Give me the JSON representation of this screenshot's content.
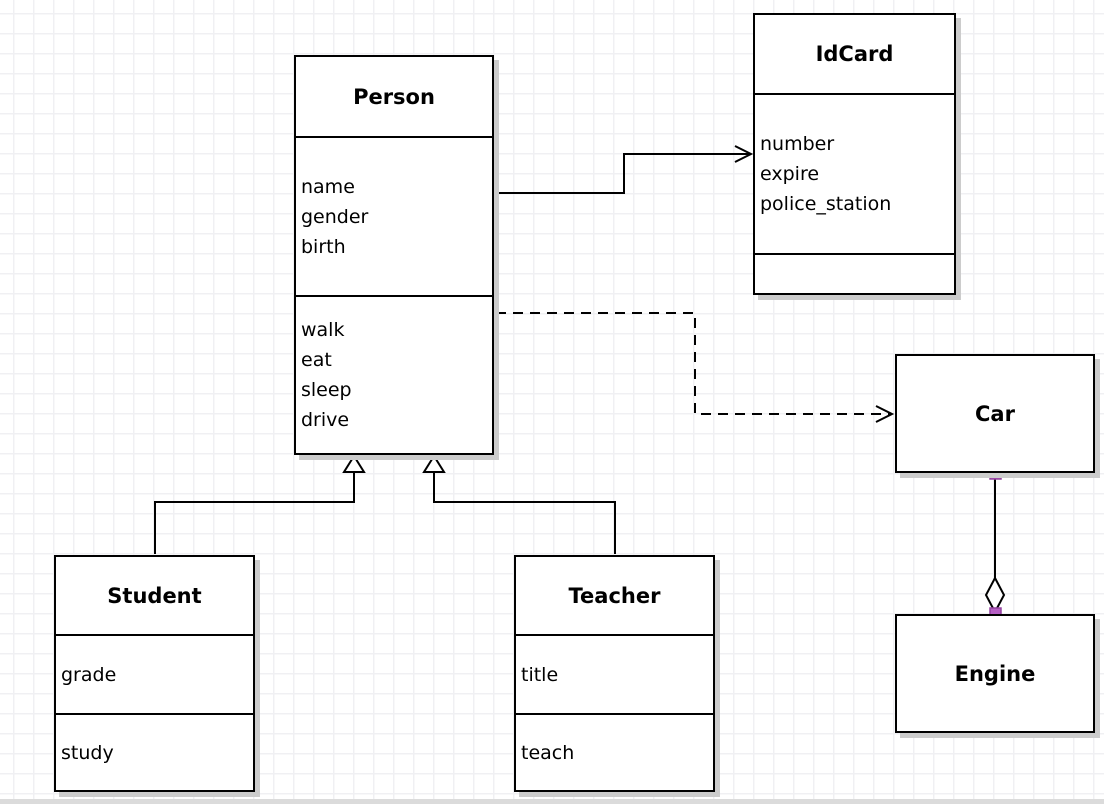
{
  "app": {
    "view": "uml-class-diagram-canvas",
    "grid_color": "#f0f0f3",
    "background_color": "#ffffff",
    "shadow_color": "#cccccc",
    "selection_handle_color": "#b65fc4"
  },
  "classes": {
    "person": {
      "title": "Person",
      "attributes": [
        "name",
        "gender",
        "birth"
      ],
      "methods": [
        "walk",
        "eat",
        "sleep",
        "drive"
      ]
    },
    "idcard": {
      "title": "IdCard",
      "attributes": [
        "number",
        "expire",
        "police_station"
      ],
      "methods": []
    },
    "car": {
      "title": "Car",
      "attributes": [],
      "methods": []
    },
    "engine": {
      "title": "Engine",
      "attributes": [],
      "methods": []
    },
    "student": {
      "title": "Student",
      "attributes": [
        "grade"
      ],
      "methods": [
        "study"
      ]
    },
    "teacher": {
      "title": "Teacher",
      "attributes": [
        "title"
      ],
      "methods": [
        "teach"
      ]
    }
  },
  "relationships": [
    {
      "type": "association",
      "from": "Person",
      "to": "IdCard",
      "line": "solid",
      "arrow": "open"
    },
    {
      "type": "dependency",
      "from": "Person",
      "to": "Car",
      "line": "dashed",
      "arrow": "open"
    },
    {
      "type": "generalization",
      "from": "Student",
      "to": "Person",
      "line": "solid",
      "arrow": "hollow-triangle"
    },
    {
      "type": "generalization",
      "from": "Teacher",
      "to": "Person",
      "line": "solid",
      "arrow": "hollow-triangle"
    },
    {
      "type": "aggregation",
      "from": "Car",
      "to": "Engine",
      "line": "solid",
      "arrow": "hollow-diamond",
      "selected": true
    }
  ]
}
